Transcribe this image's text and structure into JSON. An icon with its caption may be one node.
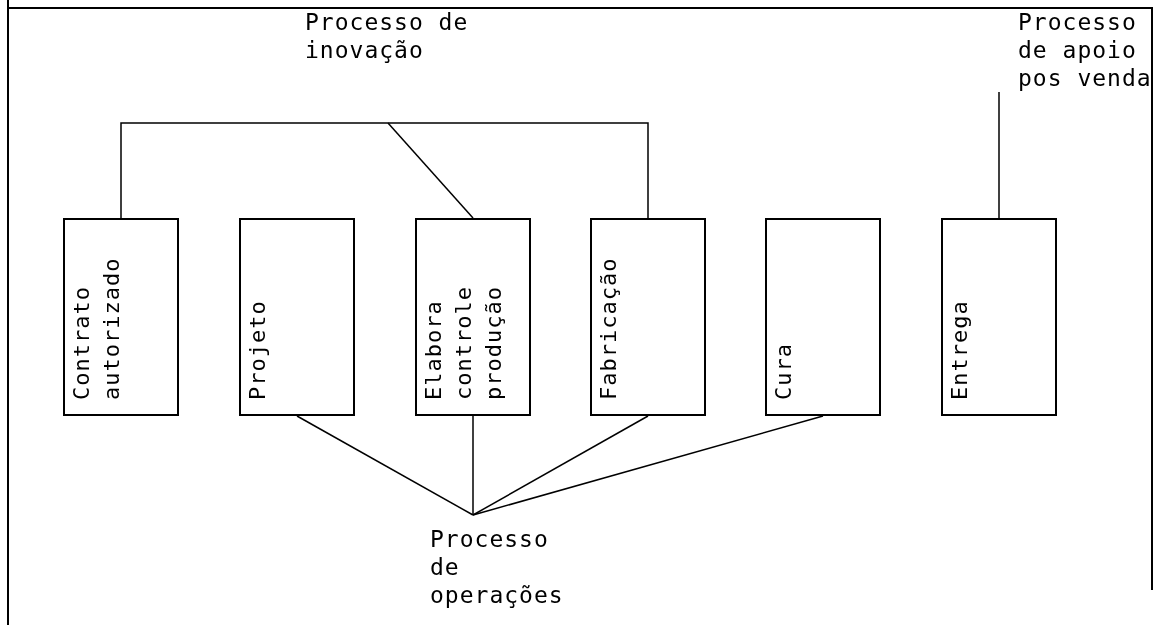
{
  "diagram": {
    "nodes": [
      {
        "text": [
          "Processo de inovação"
        ]
      },
      {
        "text": [
          "Processo de apoio pos venda"
        ]
      },
      {
        "text": [
          "Contrato autorizado"
        ]
      },
      {
        "text": [
          "Projeto"
        ]
      },
      {
        "text": [
          "Elabora controle produção"
        ]
      },
      {
        "text": [
          "Fabricação"
        ]
      },
      {
        "text": [
          "Cura"
        ]
      },
      {
        "text": [
          "Entrega"
        ]
      },
      {
        "text": [
          "Processo de operações"
        ]
      }
    ],
    "edges": [
      {
        "from": 0,
        "to": 2,
        "arrow": "none"
      },
      {
        "from": 0,
        "to": 4,
        "arrow": "none"
      },
      {
        "from": 0,
        "to": 5,
        "arrow": "none"
      },
      {
        "from": 1,
        "to": 7,
        "arrow": "none"
      },
      {
        "from": 3,
        "to": 8,
        "arrow": "none"
      },
      {
        "from": 4,
        "to": 8,
        "arrow": "none"
      },
      {
        "from": 5,
        "to": 8,
        "arrow": "none"
      },
      {
        "from": 6,
        "to": 8,
        "arrow": "none"
      }
    ]
  }
}
